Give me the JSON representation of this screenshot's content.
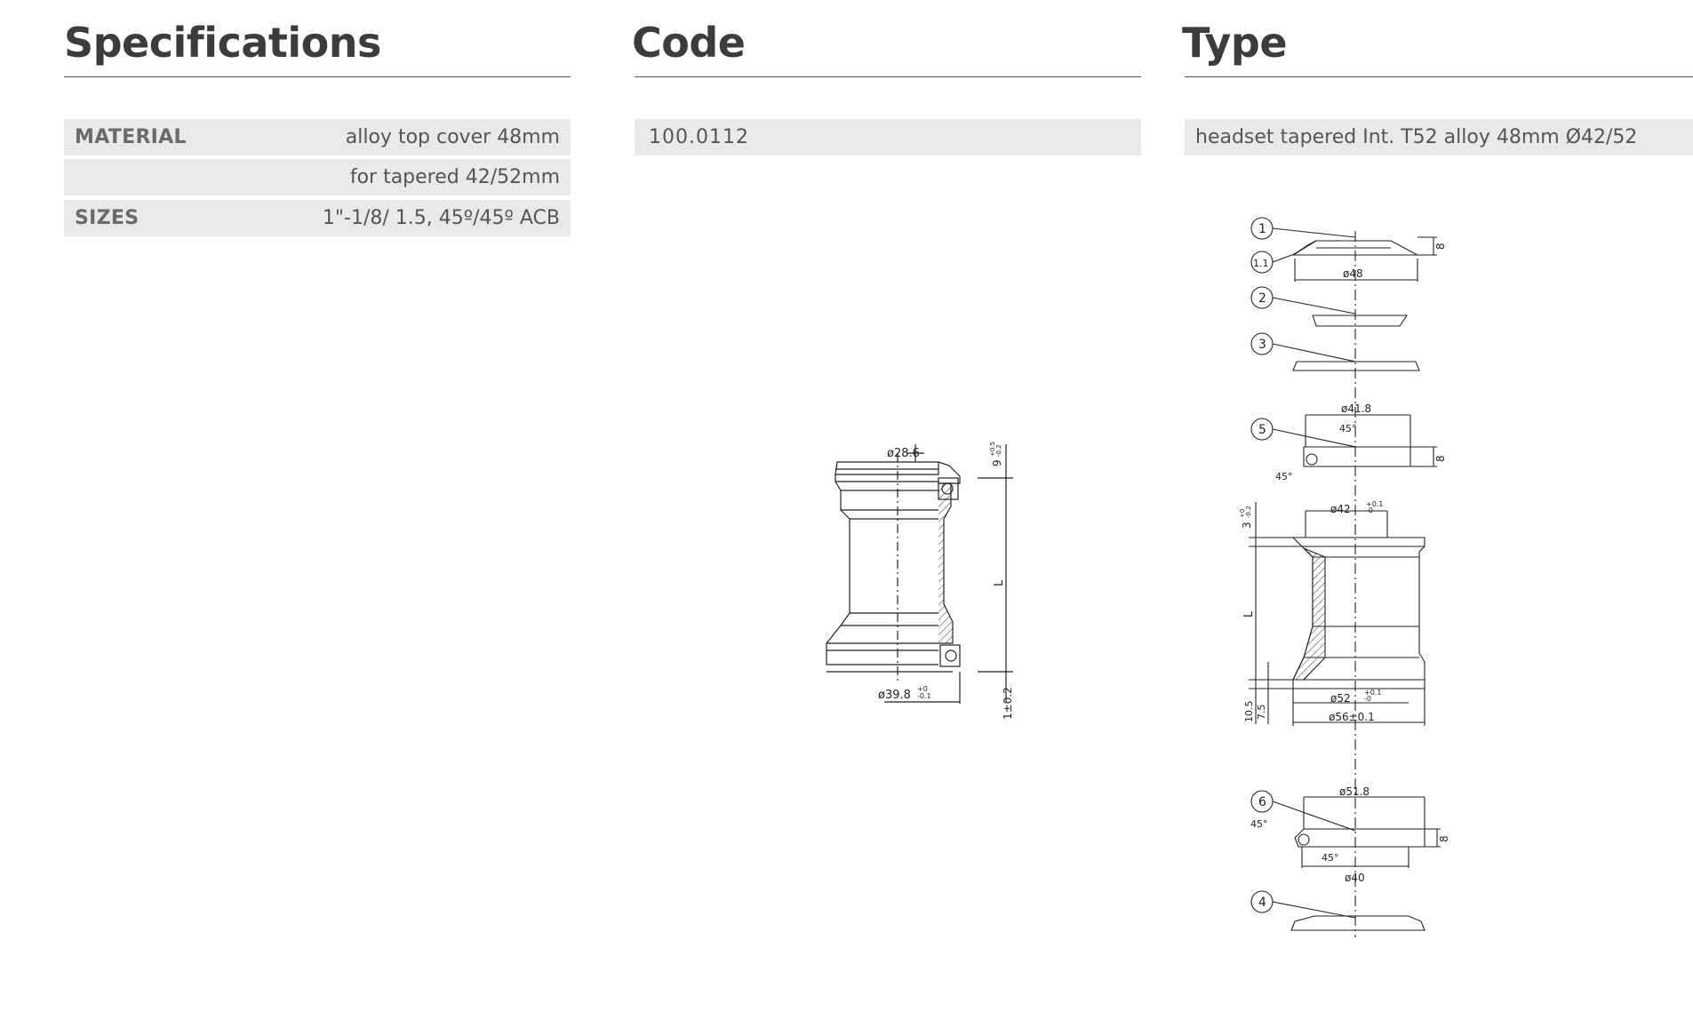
{
  "headers": {
    "specifications": "Specifications",
    "code": "Code",
    "type": "Type"
  },
  "specs": [
    {
      "label": "MATERIAL",
      "value": "alloy top cover 48mm"
    },
    {
      "label": "",
      "value": "for tapered 42/52mm"
    },
    {
      "label": "SIZES",
      "value": "1\"-1/8/ 1.5, 45º/45º ACB"
    }
  ],
  "code": {
    "value": "100.0112"
  },
  "type": {
    "value": "headset tapered Int. T52 alloy 48mm Ø42/52"
  },
  "assembly_drawing": {
    "dim_top_dia": "ø28.6",
    "dim_bottom_dia": "ø39.8",
    "dim_bottom_dia_tol_upper": "+0",
    "dim_bottom_dia_tol_lower": "-0.1",
    "dim_height": "L",
    "dim_top_offset": "9",
    "dim_top_offset_tol_upper": "+0.5",
    "dim_top_offset_tol_lower": "-0.2",
    "dim_bottom_offset": "1±0.2"
  },
  "exploded_drawing": {
    "part_1": "1",
    "part_1_1": "1.1",
    "part_2": "2",
    "part_3": "3",
    "part_5": "5",
    "part_6": "6",
    "part_4": "4",
    "dim_cap_dia": "ø48",
    "dim_cap_height": "8",
    "dim_upper_bearing_dia": "ø41.8",
    "dim_upper_bearing_angle_top": "45°",
    "dim_upper_bearing_angle_bottom": "45°",
    "dim_upper_bearing_height": "8",
    "dim_frame_top_dia": "ø42",
    "dim_frame_top_dia_tol_upper": "+0.1",
    "dim_frame_top_dia_tol_lower": "-0",
    "dim_frame_top_offset": "3",
    "dim_frame_top_offset_tol_upper": "+0",
    "dim_frame_top_offset_tol_lower": "-0.2",
    "dim_frame_length": "L",
    "dim_frame_bottom_h1": "10.5",
    "dim_frame_bottom_h2": "7.5",
    "dim_frame_bottom_dia": "ø52",
    "dim_frame_bottom_dia_tol_upper": "+0.1",
    "dim_frame_bottom_dia_tol_lower": "-0",
    "dim_frame_outer_dia": "ø56±0.1",
    "dim_lower_bearing_dia": "ø51.8",
    "dim_lower_bearing_angle_top": "45°",
    "dim_lower_bearing_angle_bottom": "45°",
    "dim_lower_bearing_height": "8",
    "dim_lower_bearing_inner_dia": "ø40"
  }
}
